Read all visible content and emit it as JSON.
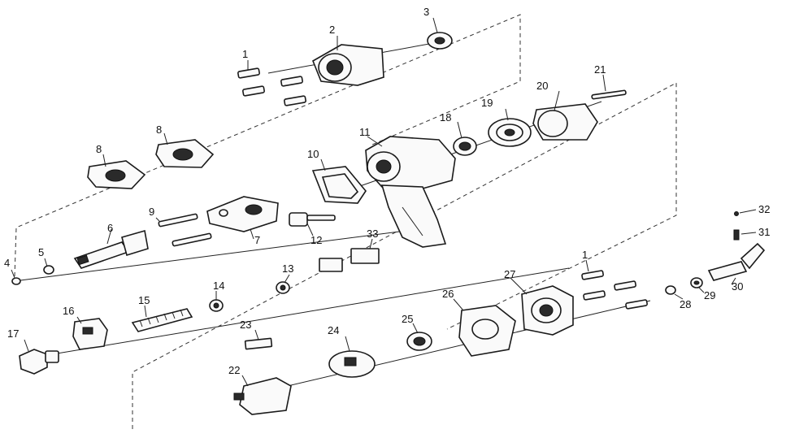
{
  "parts": [
    {
      "id": "1",
      "label": "1"
    },
    {
      "id": "2",
      "label": "2"
    },
    {
      "id": "3",
      "label": "3"
    },
    {
      "id": "4",
      "label": "4"
    },
    {
      "id": "5",
      "label": "5"
    },
    {
      "id": "6",
      "label": "6"
    },
    {
      "id": "7",
      "label": "7"
    },
    {
      "id": "8a",
      "label": "8"
    },
    {
      "id": "8b",
      "label": "8"
    },
    {
      "id": "9",
      "label": "9"
    },
    {
      "id": "10",
      "label": "10"
    },
    {
      "id": "11",
      "label": "11"
    },
    {
      "id": "12",
      "label": "12"
    },
    {
      "id": "13",
      "label": "13"
    },
    {
      "id": "14",
      "label": "14"
    },
    {
      "id": "15",
      "label": "15"
    },
    {
      "id": "16",
      "label": "16"
    },
    {
      "id": "17",
      "label": "17"
    },
    {
      "id": "18",
      "label": "18"
    },
    {
      "id": "19",
      "label": "19"
    },
    {
      "id": "20",
      "label": "20"
    },
    {
      "id": "21",
      "label": "21"
    },
    {
      "id": "22",
      "label": "22"
    },
    {
      "id": "23",
      "label": "23"
    },
    {
      "id": "24",
      "label": "24"
    },
    {
      "id": "25",
      "label": "25"
    },
    {
      "id": "26",
      "label": "26"
    },
    {
      "id": "27",
      "label": "27"
    },
    {
      "id": "1b",
      "label": "1"
    },
    {
      "id": "28",
      "label": "28"
    },
    {
      "id": "29",
      "label": "29"
    },
    {
      "id": "30",
      "label": "30"
    },
    {
      "id": "31",
      "label": "31"
    },
    {
      "id": "32",
      "label": "32"
    },
    {
      "id": "33",
      "label": "33"
    }
  ]
}
